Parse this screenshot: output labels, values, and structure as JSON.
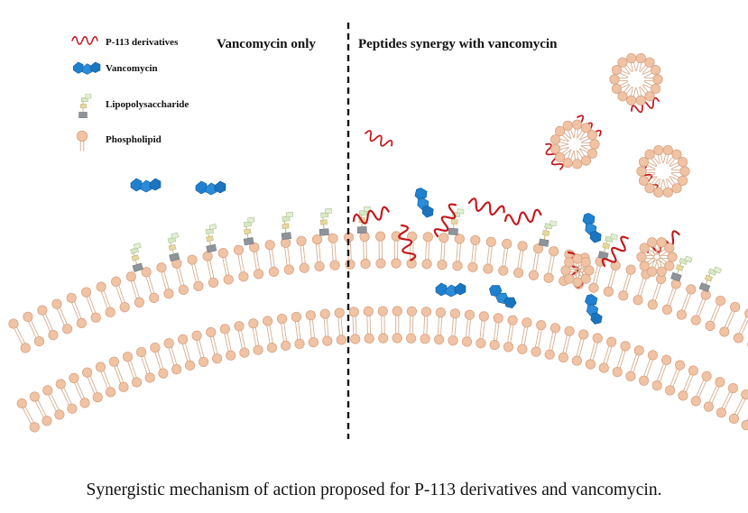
{
  "legend": {
    "peptide": "P-113 derivatives",
    "vancomycin": "Vancomycin",
    "lps": "Lipopolysaccharide",
    "phospholipid": "Phospholipid"
  },
  "panels": {
    "left_title": "Vancomycin only",
    "right_title": "Peptides synergy with vancomycin"
  },
  "caption": "Synergistic mechanism of action proposed for P-113 derivatives and vancomycin.",
  "colors": {
    "lipid_head": "#EFC3A4",
    "lipid_head_stroke": "#D9A282",
    "lipid_tail": "#D8AE90",
    "vancomycin": "#1F80CF",
    "peptide": "#C4161C",
    "lps_core": "#8E9499",
    "lps_sugar": "#D9E8C4",
    "divider": "#111111"
  },
  "icons": [
    "peptide-icon",
    "vancomycin-icon",
    "lipopolysaccharide-icon",
    "phospholipid-icon"
  ]
}
